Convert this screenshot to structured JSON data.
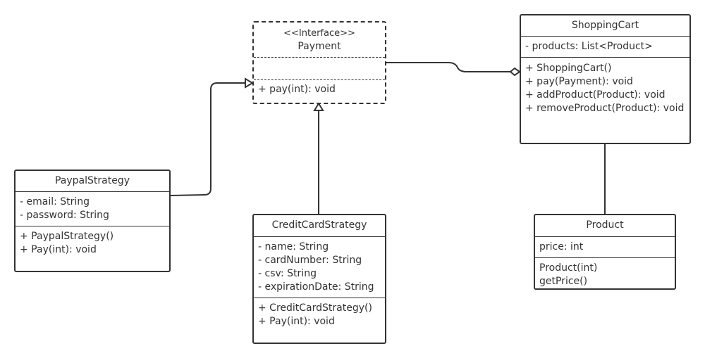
{
  "payment": {
    "stereotype": "<<Interface>>",
    "name": "Payment",
    "attributes": [],
    "methods": [
      "+ pay(int): void"
    ]
  },
  "shopping_cart": {
    "name": "ShoppingCart",
    "attributes": [
      "- products: List<Product>"
    ],
    "methods": [
      "+ ShoppingCart()",
      "+ pay(Payment): void",
      "+ addProduct(Product): void",
      "+ removeProduct(Product): void"
    ]
  },
  "paypal_strategy": {
    "name": "PaypalStrategy",
    "attributes": [
      "- email: String",
      "- password: String"
    ],
    "methods": [
      "+ PaypalStrategy()",
      "+ Pay(int): void"
    ]
  },
  "credit_card_strategy": {
    "name": "CreditCardStrategy",
    "attributes": [
      "- name: String",
      "- cardNumber: String",
      "- csv: String",
      "- expirationDate: String"
    ],
    "methods": [
      "+ CreditCardStrategy()",
      "+ Pay(int): void"
    ]
  },
  "product": {
    "name": "Product",
    "attributes": [
      "price: int"
    ],
    "methods": [
      "Product(int)",
      "getPrice()"
    ]
  },
  "relations": [
    {
      "from": "PaypalStrategy",
      "to": "Payment",
      "type": "realization"
    },
    {
      "from": "CreditCardStrategy",
      "to": "Payment",
      "type": "realization"
    },
    {
      "from": "Payment",
      "to": "ShoppingCart",
      "type": "aggregation"
    },
    {
      "from": "ShoppingCart",
      "to": "Product",
      "type": "association"
    }
  ],
  "colors": {
    "line": "#333333",
    "fill": "#ffffff"
  }
}
